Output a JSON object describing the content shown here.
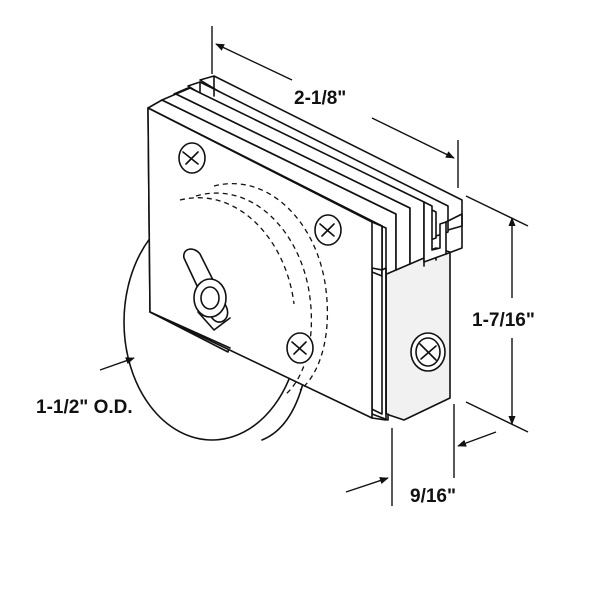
{
  "dimensions": {
    "width_top": "2-1/8\"",
    "height_right": "1-7/16\"",
    "wheel_od": "1-1/2\" O.D.",
    "depth_bottom": "9/16\""
  }
}
